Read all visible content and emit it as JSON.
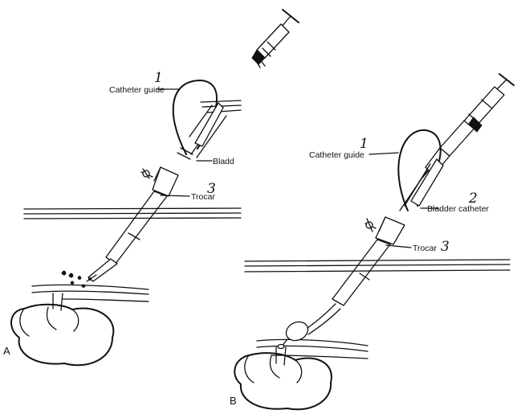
{
  "panel_a": {
    "letter": "A",
    "labels": {
      "catheter_guide": "Catheter guide",
      "bladder": "Bladd",
      "trocar": "Trocar"
    },
    "numbers": {
      "catheter_guide": "1",
      "trocar": "3"
    }
  },
  "panel_b": {
    "letter": "B",
    "labels": {
      "catheter_guide": "Catheter guide",
      "bladder_catheter": "Bladder catheter",
      "trocar": "Trocar"
    },
    "numbers": {
      "catheter_guide": "1",
      "bladder_catheter": "2",
      "trocar": "3"
    }
  }
}
